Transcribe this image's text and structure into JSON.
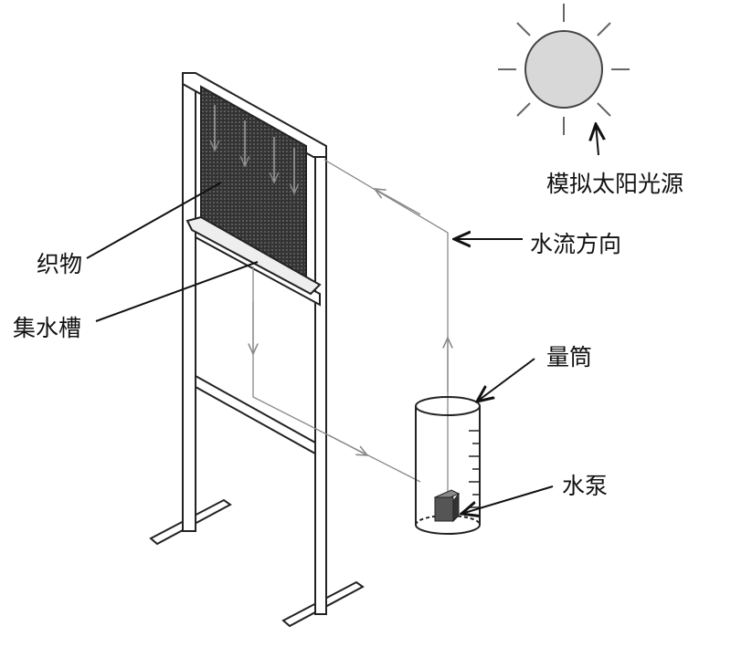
{
  "labels": {
    "light_source": "模拟太阳光源",
    "flow_direction": "水流方向",
    "fabric": "织物",
    "trough": "集水槽",
    "cylinder": "量筒",
    "pump": "水泵"
  },
  "colors": {
    "line": "#222222",
    "fabric": "#2a2a2a",
    "sun": "#d8d8d8",
    "pipe": "#888888"
  }
}
